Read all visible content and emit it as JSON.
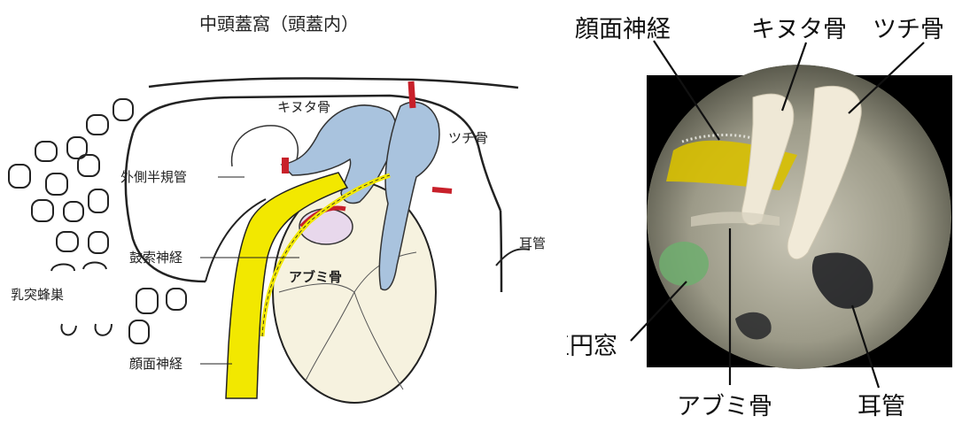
{
  "left_diagram": {
    "title": "中頭蓋窩（頭蓋内）",
    "labels": {
      "incus": "キヌタ骨",
      "malleus": "ツチ骨",
      "lateral_semicircular_canal": "外側半規管",
      "eustachian_tube": "耳管",
      "chorda_tympani": "鼓索神経",
      "stapes": "アブミ骨",
      "mastoid_air_cells": "乳突蜂巣",
      "facial_nerve": "顔面神経"
    },
    "colors": {
      "ossicles": "#a9c3de",
      "facial_nerve": "#f2e800",
      "tympanic_membrane": "#f6f2df",
      "vessels": "#c8202a"
    }
  },
  "right_photo": {
    "labels": {
      "facial_nerve": "顔面神経",
      "incus": "キヌタ骨",
      "malleus": "ツチ骨",
      "round_window": "正円窓",
      "stapes": "アブミ骨",
      "eustachian_tube": "耳管"
    }
  }
}
